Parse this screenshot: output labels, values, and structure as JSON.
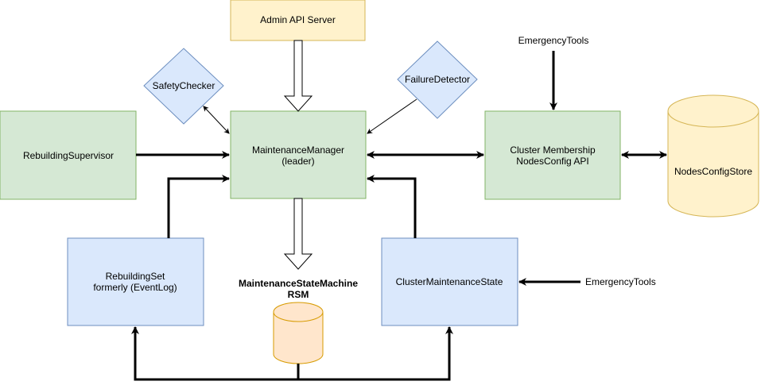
{
  "nodes": {
    "admin_api_server": {
      "label": "Admin API Server",
      "fill": "#fff2cc",
      "stroke": "#d6b656"
    },
    "safety_checker": {
      "label": "SafetyChecker",
      "fill": "#dae8fc",
      "stroke": "#6c8ebf"
    },
    "failure_detector": {
      "label": "FailureDetector",
      "fill": "#dae8fc",
      "stroke": "#6c8ebf"
    },
    "emergency_tools_top": {
      "label": "EmergencyTools"
    },
    "rebuilding_supervisor": {
      "label": "RebuildingSupervisor",
      "fill": "#d5e8d4",
      "stroke": "#82b366"
    },
    "maintenance_manager": {
      "line1": "MaintenanceManager",
      "line2": "(leader)",
      "fill": "#d5e8d4",
      "stroke": "#82b366"
    },
    "cluster_membership": {
      "line1": "Cluster Membership",
      "line2": "NodesConfig API",
      "fill": "#d5e8d4",
      "stroke": "#82b366"
    },
    "nodes_config_store": {
      "label": "NodesConfigStore",
      "fill": "#fff2cc",
      "stroke": "#d6b656"
    },
    "rebuilding_set": {
      "line1": "RebuildingSet",
      "line2": "formerly (EventLog)",
      "fill": "#dae8fc",
      "stroke": "#6c8ebf"
    },
    "maintenance_state_machine": {
      "line1": "MaintenanceStateMachine",
      "line2": "RSM",
      "fill": "#ffe6cc",
      "stroke": "#d79b00"
    },
    "cluster_maintenance_state": {
      "label": "ClusterMaintenanceState",
      "fill": "#dae8fc",
      "stroke": "#6c8ebf"
    },
    "emergency_tools_right": {
      "label": "EmergencyTools"
    }
  }
}
